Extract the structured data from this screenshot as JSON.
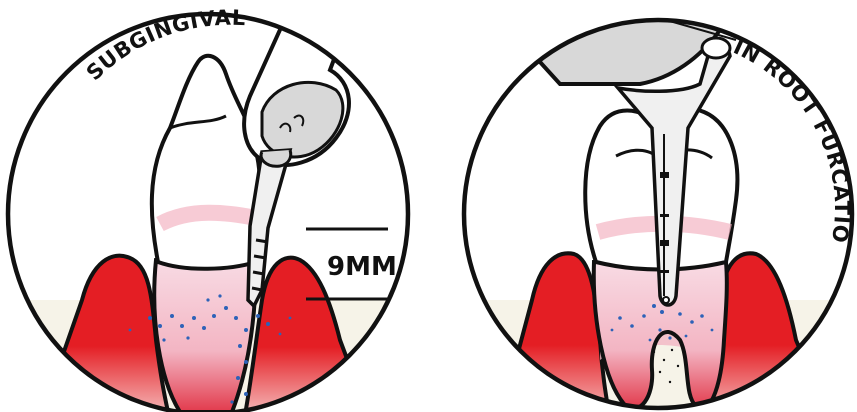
{
  "panels": [
    {
      "id": "left",
      "label": "SUBGINGIVAL",
      "depth_label": "9MM"
    },
    {
      "id": "right",
      "label": "IN ROOT FURCATIONS"
    }
  ],
  "colors": {
    "outline": "#111111",
    "gum_red": "#e41e24",
    "gum_fade": "#f6c6c6",
    "enamel_pink": "#f8dbe4",
    "bone_cream": "#f6f3e8",
    "tool_grey": "#d8d8d8",
    "tip_grey": "#f0f0f0",
    "plaque_blue": "#2d62b8"
  },
  "icons": [
    "tooth-icon",
    "probe-tip-icon",
    "handpiece-icon",
    "plaque-dots-icon"
  ]
}
